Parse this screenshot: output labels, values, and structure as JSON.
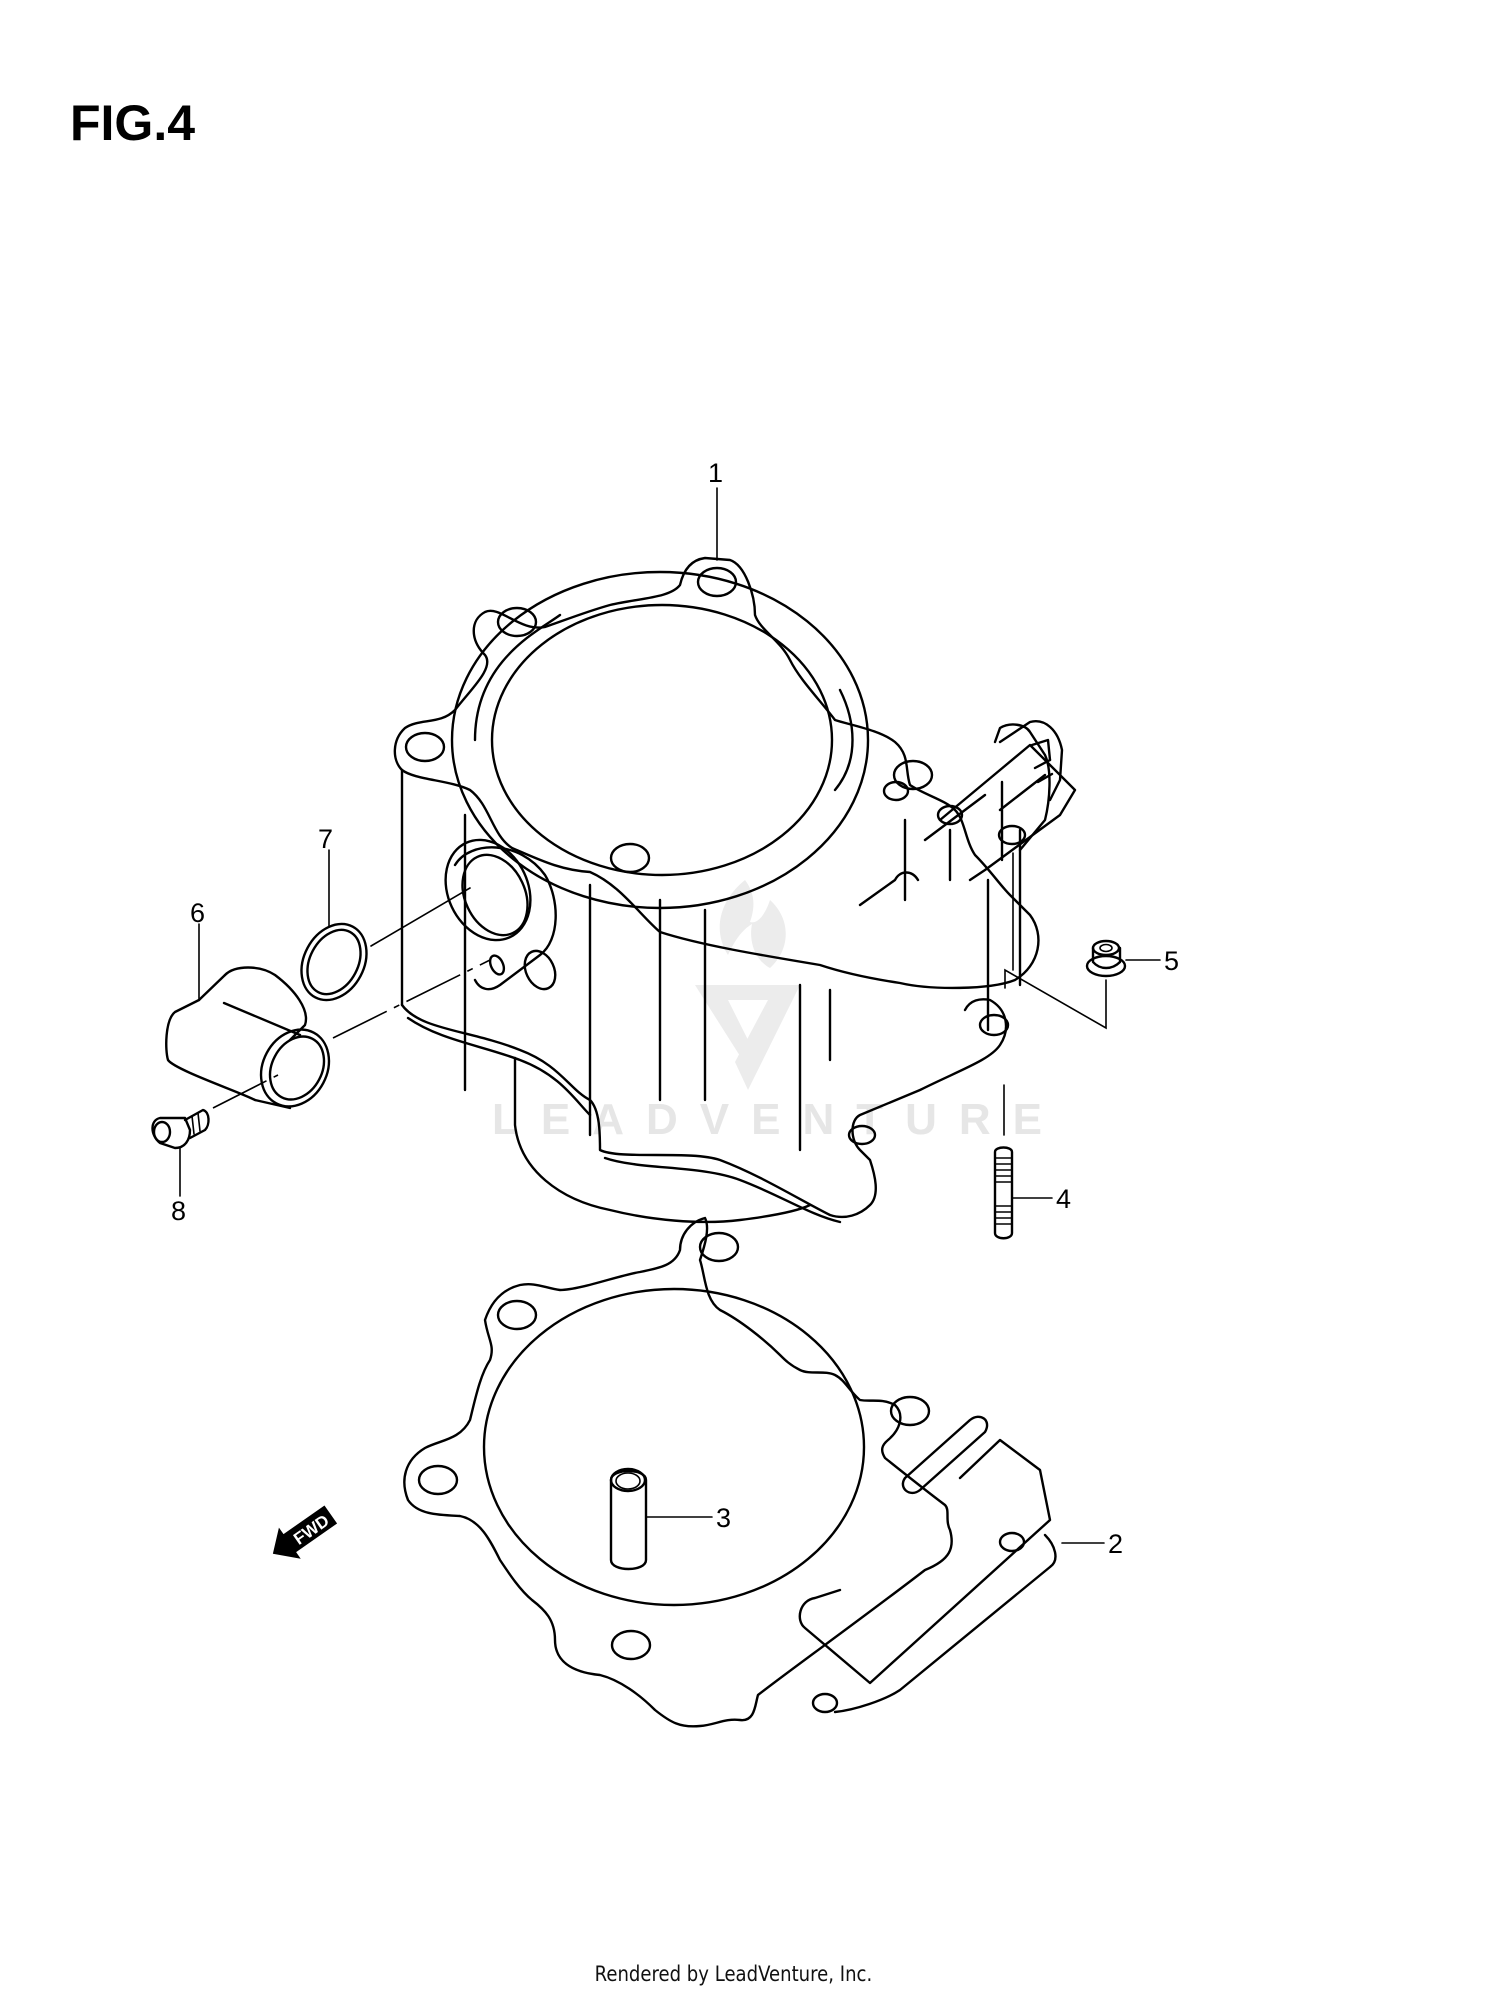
{
  "figure": {
    "title": "FIG.4"
  },
  "callouts": [
    {
      "number": "1",
      "part": "cylinder"
    },
    {
      "number": "2",
      "part": "cylinder base gasket"
    },
    {
      "number": "3",
      "part": "dowel pin"
    },
    {
      "number": "4",
      "part": "stud"
    },
    {
      "number": "5",
      "part": "flange nut"
    },
    {
      "number": "6",
      "part": "water inlet pipe / outlet fitting"
    },
    {
      "number": "7",
      "part": "o-ring"
    },
    {
      "number": "8",
      "part": "bolt"
    }
  ],
  "direction_marker": {
    "label": "FWD"
  },
  "watermark": {
    "text": "LEADVENTURE"
  },
  "footer": {
    "text": "Rendered by LeadVenture, Inc."
  },
  "colors": {
    "line": "#000000",
    "background": "#ffffff",
    "watermark": "#e6e6e6"
  }
}
